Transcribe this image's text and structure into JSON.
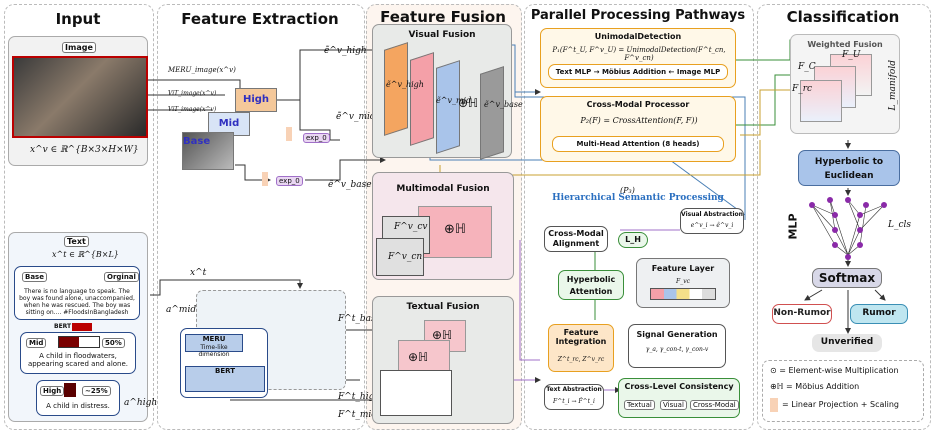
{
  "sections": {
    "input": "Input",
    "feature_extraction": "Feature Extraction",
    "feature_fusion": "Feature Fusion",
    "parallel": "Parallel Processing Pathways",
    "classification": "Classification"
  },
  "input": {
    "image_label": "Image",
    "image_math": "x^v ∈ ℝ^{B×3×H×W}",
    "text_label": "Text",
    "text_math": "x^t ∈ ℝ^{B×L}",
    "base_tag": "Base",
    "original_tag": "Orginal",
    "original_text": "There is no language to speak. The boy was found alone, unaccompanied, when he was rescued. The boy was sitting on.... #FloodsInBangladesh",
    "bert_tag": "BERT",
    "mid_tag": "Mid",
    "mid_pct": "50%",
    "mid_text": "A child in floodwaters, appearing scared and alone.",
    "high_tag": "High",
    "high_pct": "~25%",
    "high_text": "A child in distress."
  },
  "extraction": {
    "meru_label": "MERU_image(x^v)",
    "vit_mid": "ViT_image(x^v)",
    "vit_base": "ViT_image(x^v)",
    "high": "High",
    "mid": "Mid",
    "base": "Base",
    "exp0_1": "exp_0",
    "exp0_2": "exp_0",
    "e_high": "ẽ^v_high",
    "e_mid": "ẽ^v_mid",
    "e_base": "ẽ^v_base",
    "xt": "x^t",
    "a_mid": "a^mid",
    "a_high": "a^high",
    "meru": "MERU",
    "meru_inner": "Time-like dimension",
    "bert": "BERT",
    "F_base": "F^t_base",
    "F_high": "F^t_high",
    "F_mid": "F^t_mid"
  },
  "fusion": {
    "visual": "Visual Fusion",
    "multimodal": "Multimodal Fusion",
    "textual": "Textual Fusion",
    "F_cv": "F^v_cv",
    "F_cn": "F^v_cn",
    "mobius": "⊕ℍ",
    "visual_labels": [
      "ẽ^v_high",
      "ẽ^v_mid",
      "ẽ^v_base"
    ]
  },
  "parallel": {
    "unimodal_title": "UnimodalDetection",
    "unimodal_eq": "P₁(F^t_U, F^v_U) = UnimodalDetection(F^t_cn, F^v_cn)",
    "unimodal_sub": "Text MLP → Möbius Addition ← Image MLP",
    "crossmodal_title": "Cross-Modal Processor",
    "crossmodal_eq": "P₂(F) = CrossAttention(F, F))",
    "crossmodal_sub": "Multi-Head Attention (8 heads)",
    "p3": "(P₃)",
    "hier": "Hierarchical Semantic Processing",
    "visual_abstraction": "Visual Abstraction",
    "visual_abstraction_math": "e^v_i → ê^v_i",
    "cma": "Cross-Modal Alignment",
    "lh": "L_H",
    "hyper_att": "Hyperbolic Attention",
    "feature_layer": "Feature Layer",
    "fvc": "F_vc",
    "feature_integration": "Feature Integration",
    "fi_math": "Z^t_rc, Z^v_rc",
    "signal_gen": "Signal Generation",
    "signal_math": "γ_a, γ_con-t, γ_con-v",
    "text_abstraction": "Text Abstraction",
    "text_abstraction_math": "F^t_i → F̂^t_i",
    "cross_level": "Cross-Level Consistency",
    "consistency_items": [
      "Textual",
      "Visual",
      "Cross-Modal"
    ]
  },
  "classification": {
    "weighted_fusion": "Weighted Fusion",
    "fc": "F_C",
    "fu": "F_U",
    "frc": "F_rc",
    "l_manifold": "L_manifold",
    "hyp_to_euc": "Hyperbolic to Euclidean",
    "mlp": "MLP",
    "l_cls": "L_cls",
    "softmax": "Softmax",
    "non_rumor": "Non-Rumor",
    "rumor": "Rumor",
    "unverified": "Unverified",
    "legend": [
      "⊙ = Element-wise Multiplication",
      "⊕ℍ = Möbius Addition",
      "= Linear Projection + Scaling"
    ]
  },
  "colors": {
    "orange": "#f4a560",
    "pink": "#f4a0a8",
    "blue": "#a9c4ea",
    "grey": "#9a9a9a",
    "green": "#3a8f3a",
    "purple": "#a070c8",
    "yellow": "#f5e08a"
  }
}
